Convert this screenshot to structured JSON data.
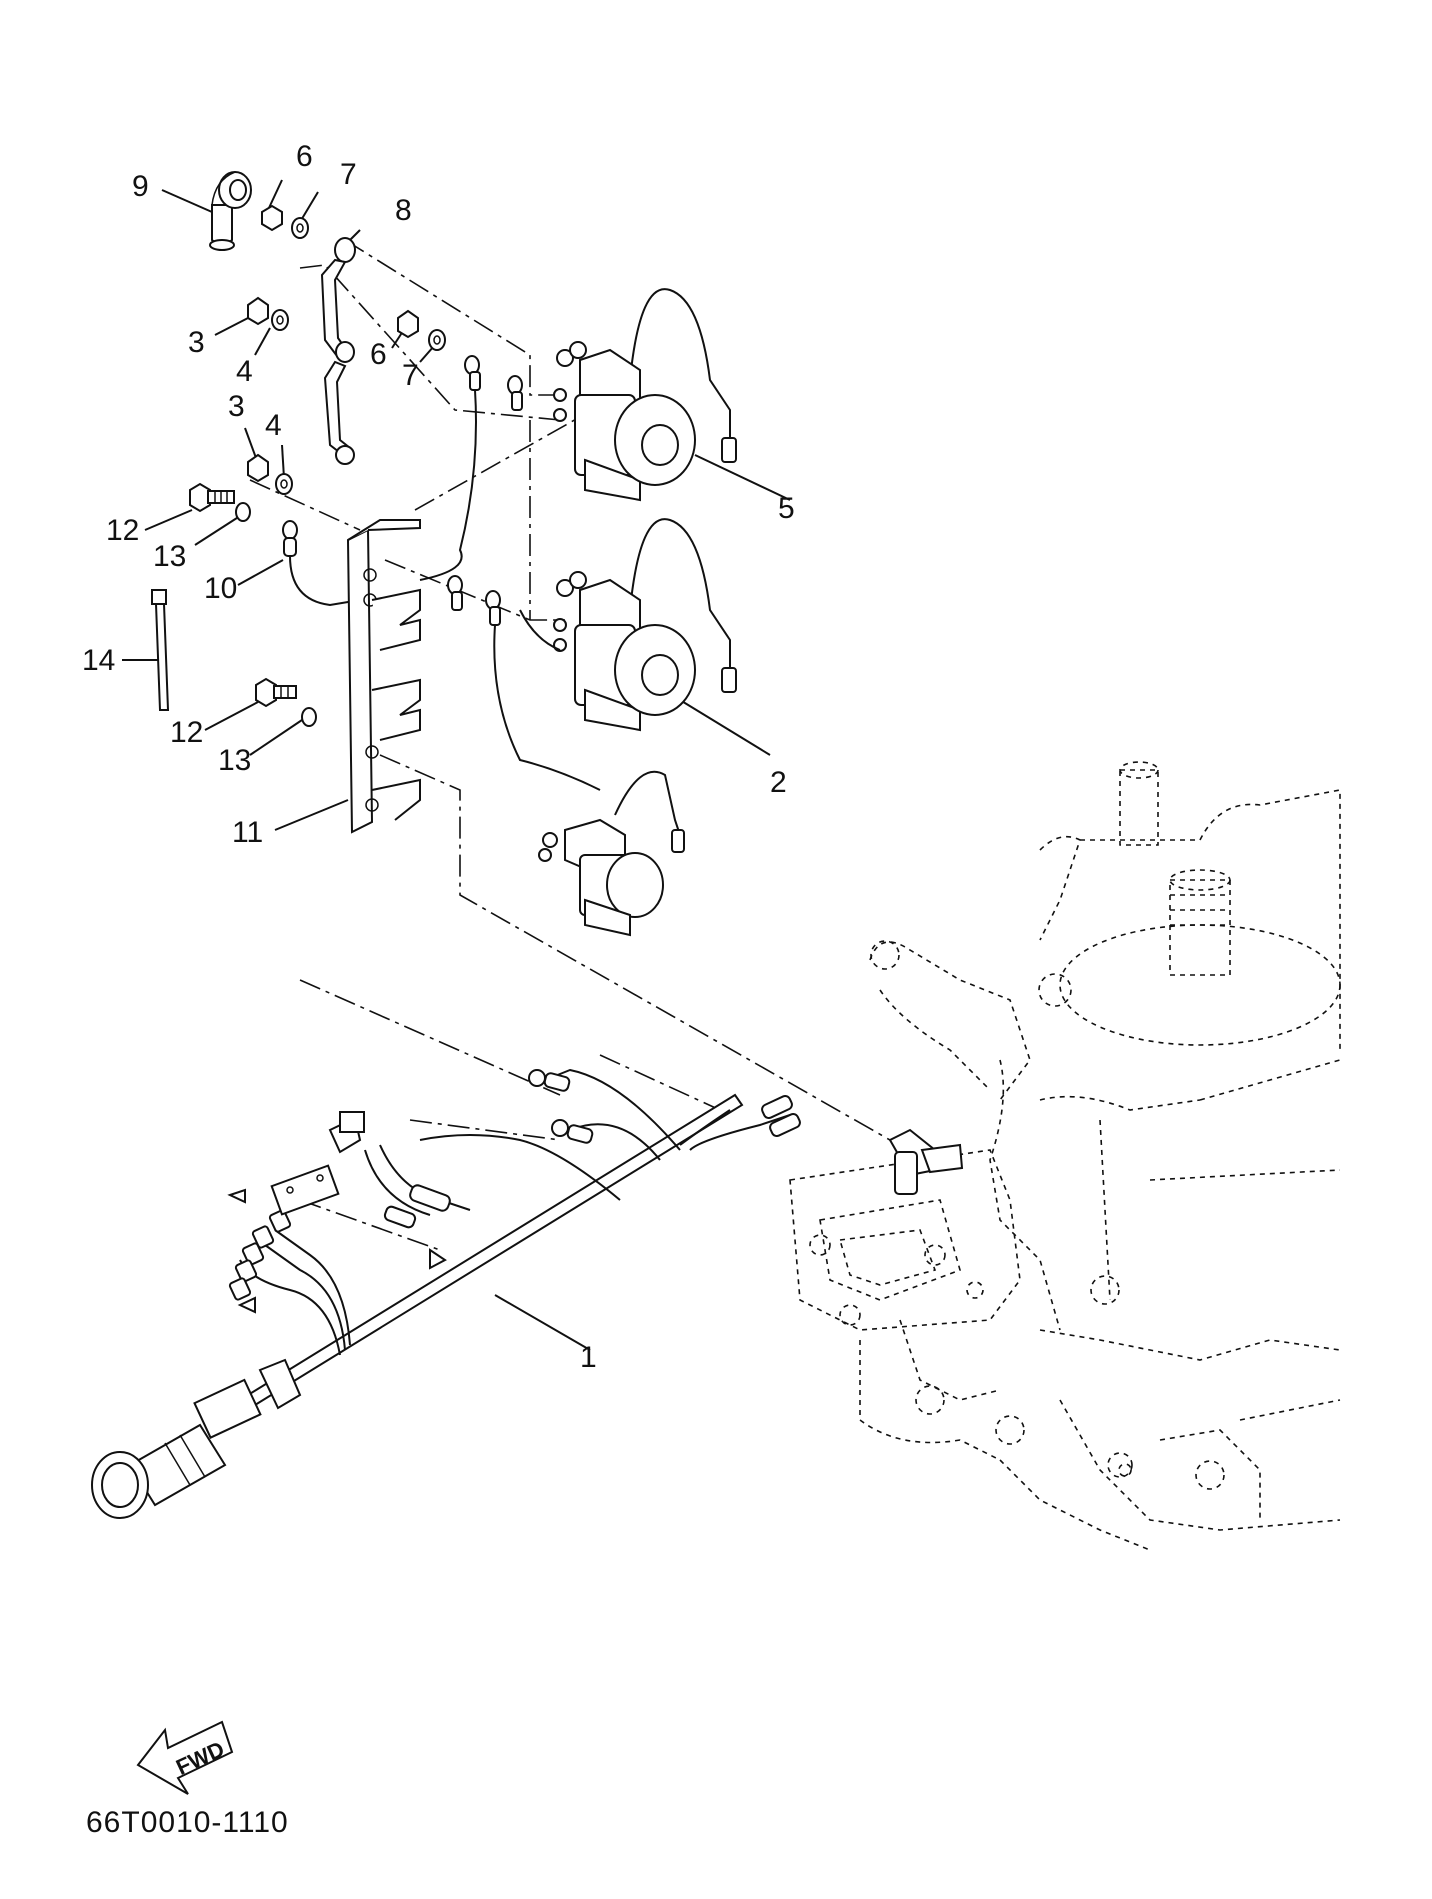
{
  "callouts": [
    {
      "id": "c9",
      "label": "9"
    },
    {
      "id": "c6a",
      "label": "6"
    },
    {
      "id": "c7a",
      "label": "7"
    },
    {
      "id": "c8",
      "label": "8"
    },
    {
      "id": "c3a",
      "label": "3"
    },
    {
      "id": "c4a",
      "label": "4"
    },
    {
      "id": "c6b",
      "label": "6"
    },
    {
      "id": "c7b",
      "label": "7"
    },
    {
      "id": "c3b",
      "label": "3"
    },
    {
      "id": "c4b",
      "label": "4"
    },
    {
      "id": "c5",
      "label": "5"
    },
    {
      "id": "c12a",
      "label": "12"
    },
    {
      "id": "c13a",
      "label": "13"
    },
    {
      "id": "c10",
      "label": "10"
    },
    {
      "id": "c14",
      "label": "14"
    },
    {
      "id": "c12b",
      "label": "12"
    },
    {
      "id": "c13b",
      "label": "13"
    },
    {
      "id": "c2",
      "label": "2"
    },
    {
      "id": "c11",
      "label": "11"
    },
    {
      "id": "c1",
      "label": "1"
    }
  ],
  "fwd_label": "FWD",
  "diagram_code": "66T0010-1110"
}
